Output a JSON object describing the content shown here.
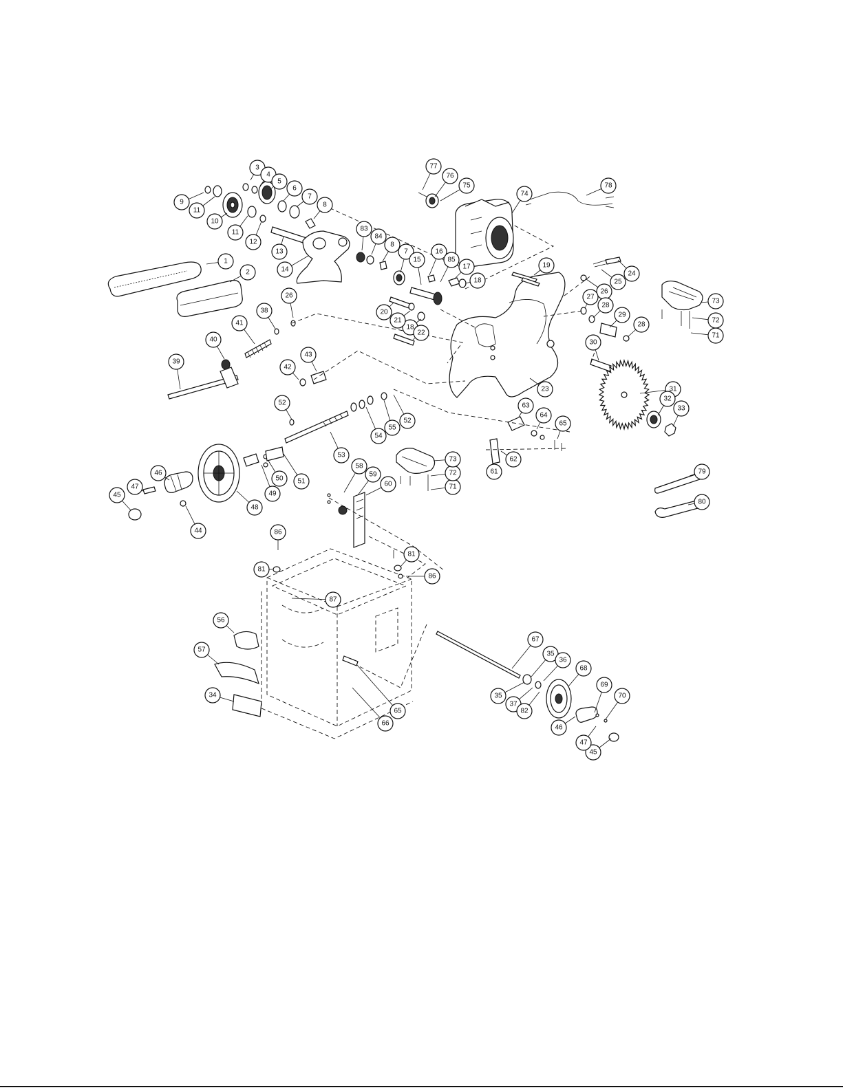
{
  "diagram": {
    "type": "exploded-parts-view",
    "callouts": [
      {
        "id": "c1",
        "label": "1"
      },
      {
        "id": "c2",
        "label": "2"
      },
      {
        "id": "c3",
        "label": "3"
      },
      {
        "id": "c4",
        "label": "4"
      },
      {
        "id": "c5",
        "label": "5"
      },
      {
        "id": "c6",
        "label": "6"
      },
      {
        "id": "c7a",
        "label": "7"
      },
      {
        "id": "c7b",
        "label": "7"
      },
      {
        "id": "c8a",
        "label": "8"
      },
      {
        "id": "c8b",
        "label": "8"
      },
      {
        "id": "c9",
        "label": "9"
      },
      {
        "id": "c10",
        "label": "10"
      },
      {
        "id": "c11a",
        "label": "11"
      },
      {
        "id": "c11b",
        "label": "11"
      },
      {
        "id": "c12",
        "label": "12"
      },
      {
        "id": "c13",
        "label": "13"
      },
      {
        "id": "c14",
        "label": "14"
      },
      {
        "id": "c15",
        "label": "15"
      },
      {
        "id": "c16",
        "label": "16"
      },
      {
        "id": "c17",
        "label": "17"
      },
      {
        "id": "c18a",
        "label": "18"
      },
      {
        "id": "c18b",
        "label": "18"
      },
      {
        "id": "c19",
        "label": "19"
      },
      {
        "id": "c20",
        "label": "20"
      },
      {
        "id": "c21",
        "label": "21"
      },
      {
        "id": "c22",
        "label": "22"
      },
      {
        "id": "c23",
        "label": "23"
      },
      {
        "id": "c24",
        "label": "24"
      },
      {
        "id": "c25",
        "label": "25"
      },
      {
        "id": "c26a",
        "label": "26"
      },
      {
        "id": "c26b",
        "label": "26"
      },
      {
        "id": "c27",
        "label": "27"
      },
      {
        "id": "c28a",
        "label": "28"
      },
      {
        "id": "c28b",
        "label": "28"
      },
      {
        "id": "c29",
        "label": "29"
      },
      {
        "id": "c30",
        "label": "30"
      },
      {
        "id": "c31",
        "label": "31"
      },
      {
        "id": "c32",
        "label": "32"
      },
      {
        "id": "c33",
        "label": "33"
      },
      {
        "id": "c34",
        "label": "34"
      },
      {
        "id": "c35a",
        "label": "35"
      },
      {
        "id": "c35b",
        "label": "35"
      },
      {
        "id": "c36",
        "label": "36"
      },
      {
        "id": "c37",
        "label": "37"
      },
      {
        "id": "c38",
        "label": "38"
      },
      {
        "id": "c39",
        "label": "39"
      },
      {
        "id": "c40",
        "label": "40"
      },
      {
        "id": "c41",
        "label": "41"
      },
      {
        "id": "c42",
        "label": "42"
      },
      {
        "id": "c43",
        "label": "43"
      },
      {
        "id": "c44",
        "label": "44"
      },
      {
        "id": "c45a",
        "label": "45"
      },
      {
        "id": "c45b",
        "label": "45"
      },
      {
        "id": "c46a",
        "label": "46"
      },
      {
        "id": "c46b",
        "label": "46"
      },
      {
        "id": "c47a",
        "label": "47"
      },
      {
        "id": "c47b",
        "label": "47"
      },
      {
        "id": "c48",
        "label": "48"
      },
      {
        "id": "c49",
        "label": "49"
      },
      {
        "id": "c50",
        "label": "50"
      },
      {
        "id": "c51",
        "label": "51"
      },
      {
        "id": "c52a",
        "label": "52"
      },
      {
        "id": "c52b",
        "label": "52"
      },
      {
        "id": "c53",
        "label": "53"
      },
      {
        "id": "c54",
        "label": "54"
      },
      {
        "id": "c55",
        "label": "55"
      },
      {
        "id": "c56",
        "label": "56"
      },
      {
        "id": "c57",
        "label": "57"
      },
      {
        "id": "c58",
        "label": "58"
      },
      {
        "id": "c59",
        "label": "59"
      },
      {
        "id": "c60",
        "label": "60"
      },
      {
        "id": "c61",
        "label": "61"
      },
      {
        "id": "c62",
        "label": "62"
      },
      {
        "id": "c63",
        "label": "63"
      },
      {
        "id": "c64",
        "label": "64"
      },
      {
        "id": "c65a",
        "label": "65"
      },
      {
        "id": "c65b",
        "label": "65"
      },
      {
        "id": "c66",
        "label": "66"
      },
      {
        "id": "c67",
        "label": "67"
      },
      {
        "id": "c68",
        "label": "68"
      },
      {
        "id": "c69",
        "label": "69"
      },
      {
        "id": "c70",
        "label": "70"
      },
      {
        "id": "c71a",
        "label": "71"
      },
      {
        "id": "c71b",
        "label": "71"
      },
      {
        "id": "c72a",
        "label": "72"
      },
      {
        "id": "c72b",
        "label": "72"
      },
      {
        "id": "c73a",
        "label": "73"
      },
      {
        "id": "c73b",
        "label": "73"
      },
      {
        "id": "c74",
        "label": "74"
      },
      {
        "id": "c75",
        "label": "75"
      },
      {
        "id": "c76",
        "label": "76"
      },
      {
        "id": "c77",
        "label": "77"
      },
      {
        "id": "c78",
        "label": "78"
      },
      {
        "id": "c79",
        "label": "79"
      },
      {
        "id": "c80",
        "label": "80"
      },
      {
        "id": "c81a",
        "label": "81"
      },
      {
        "id": "c81b",
        "label": "81"
      },
      {
        "id": "c82",
        "label": "82"
      },
      {
        "id": "c83",
        "label": "83"
      },
      {
        "id": "c84",
        "label": "84"
      },
      {
        "id": "c85",
        "label": "85"
      },
      {
        "id": "c86a",
        "label": "86"
      },
      {
        "id": "c86b",
        "label": "86"
      },
      {
        "id": "c87",
        "label": "87"
      }
    ]
  }
}
